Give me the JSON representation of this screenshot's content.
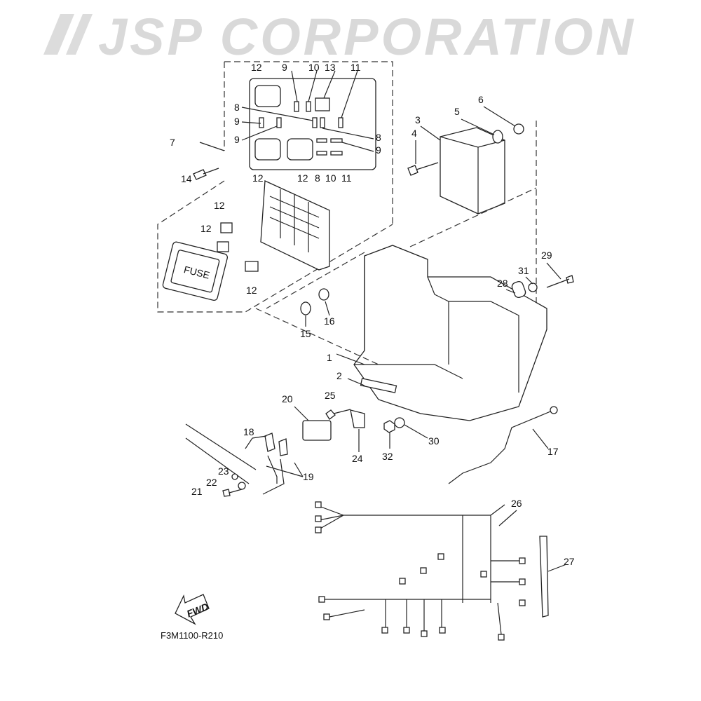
{
  "watermark": "JSP CORPORATION",
  "diagram_code": "F3M1100-R210",
  "fwd_label": "FWD",
  "fuse_label": "FUSE",
  "callouts": [
    "12",
    "9",
    "10",
    "13",
    "11",
    "8",
    "9",
    "9",
    "8",
    "9",
    "12",
    "12",
    "8",
    "10",
    "11",
    "7",
    "14",
    "12",
    "12",
    "12",
    "3",
    "4",
    "5",
    "6",
    "29",
    "31",
    "28",
    "15",
    "16",
    "1",
    "2",
    "25",
    "20",
    "18",
    "23",
    "22",
    "21",
    "19",
    "24",
    "32",
    "30",
    "17",
    "26",
    "27"
  ]
}
